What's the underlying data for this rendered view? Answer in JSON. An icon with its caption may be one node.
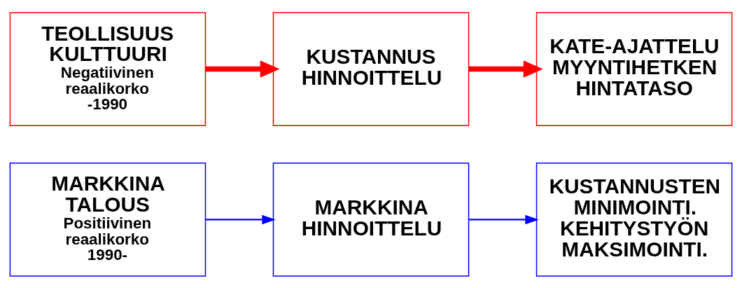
{
  "diagram": {
    "nodes": [
      {
        "text": [
          "TEOLLISUUS KULTTUURI",
          "Negatiivinen reaalikorko -1990"
        ]
      },
      {
        "text": [
          "KUSTANNUS HINNOITTELU"
        ]
      },
      {
        "text": [
          "KATE-AJATTELU MYYNTIHETKEN HINTATASO"
        ]
      },
      {
        "text": [
          "MARKKINA TALOUS",
          "Positiivinen reaalikorko 1990-"
        ]
      },
      {
        "text": [
          "MARKKINA HINNOITTELU"
        ]
      },
      {
        "text": [
          "KUSTANNUSTEN MINIMOINTI. KEHITYSTYÖN MAKSIMOINTI."
        ]
      }
    ],
    "edges": [
      {
        "from": 0,
        "to": 1,
        "arrow": "to",
        "color": "#ff0000",
        "style": "thick"
      },
      {
        "from": 1,
        "to": 2,
        "arrow": "to",
        "color": "#ff0000",
        "style": "thick"
      },
      {
        "from": 3,
        "to": 4,
        "arrow": "to",
        "color": "#0000ff"
      },
      {
        "from": 4,
        "to": 5,
        "arrow": "to",
        "color": "#0000ff"
      }
    ]
  }
}
